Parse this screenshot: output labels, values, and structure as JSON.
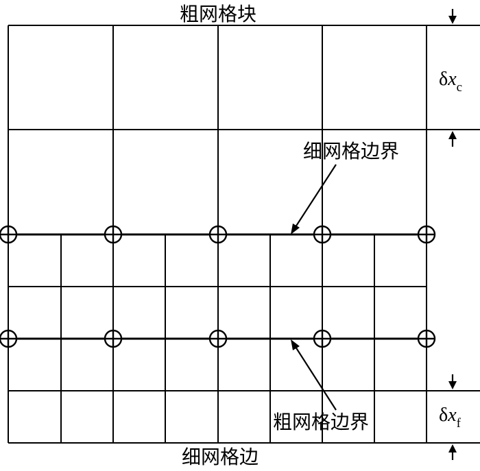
{
  "labels": {
    "coarse_block": "粗网格块",
    "fine_boundary": "细网格边界",
    "coarse_boundary": "粗网格边界",
    "fine_edge": "细网格边"
  },
  "spacing": {
    "coarse": {
      "delta": "δ",
      "variable": "x",
      "subscript": "c"
    },
    "fine": {
      "delta": "δ",
      "variable": "x",
      "subscript": "f"
    }
  },
  "colors": {
    "stroke": "#000000",
    "background": "#ffffff"
  },
  "icons": {
    "node": "circle-cross-node-icon",
    "arrow_down": "arrow-down-icon",
    "arrow_up": "arrow-up-icon"
  }
}
